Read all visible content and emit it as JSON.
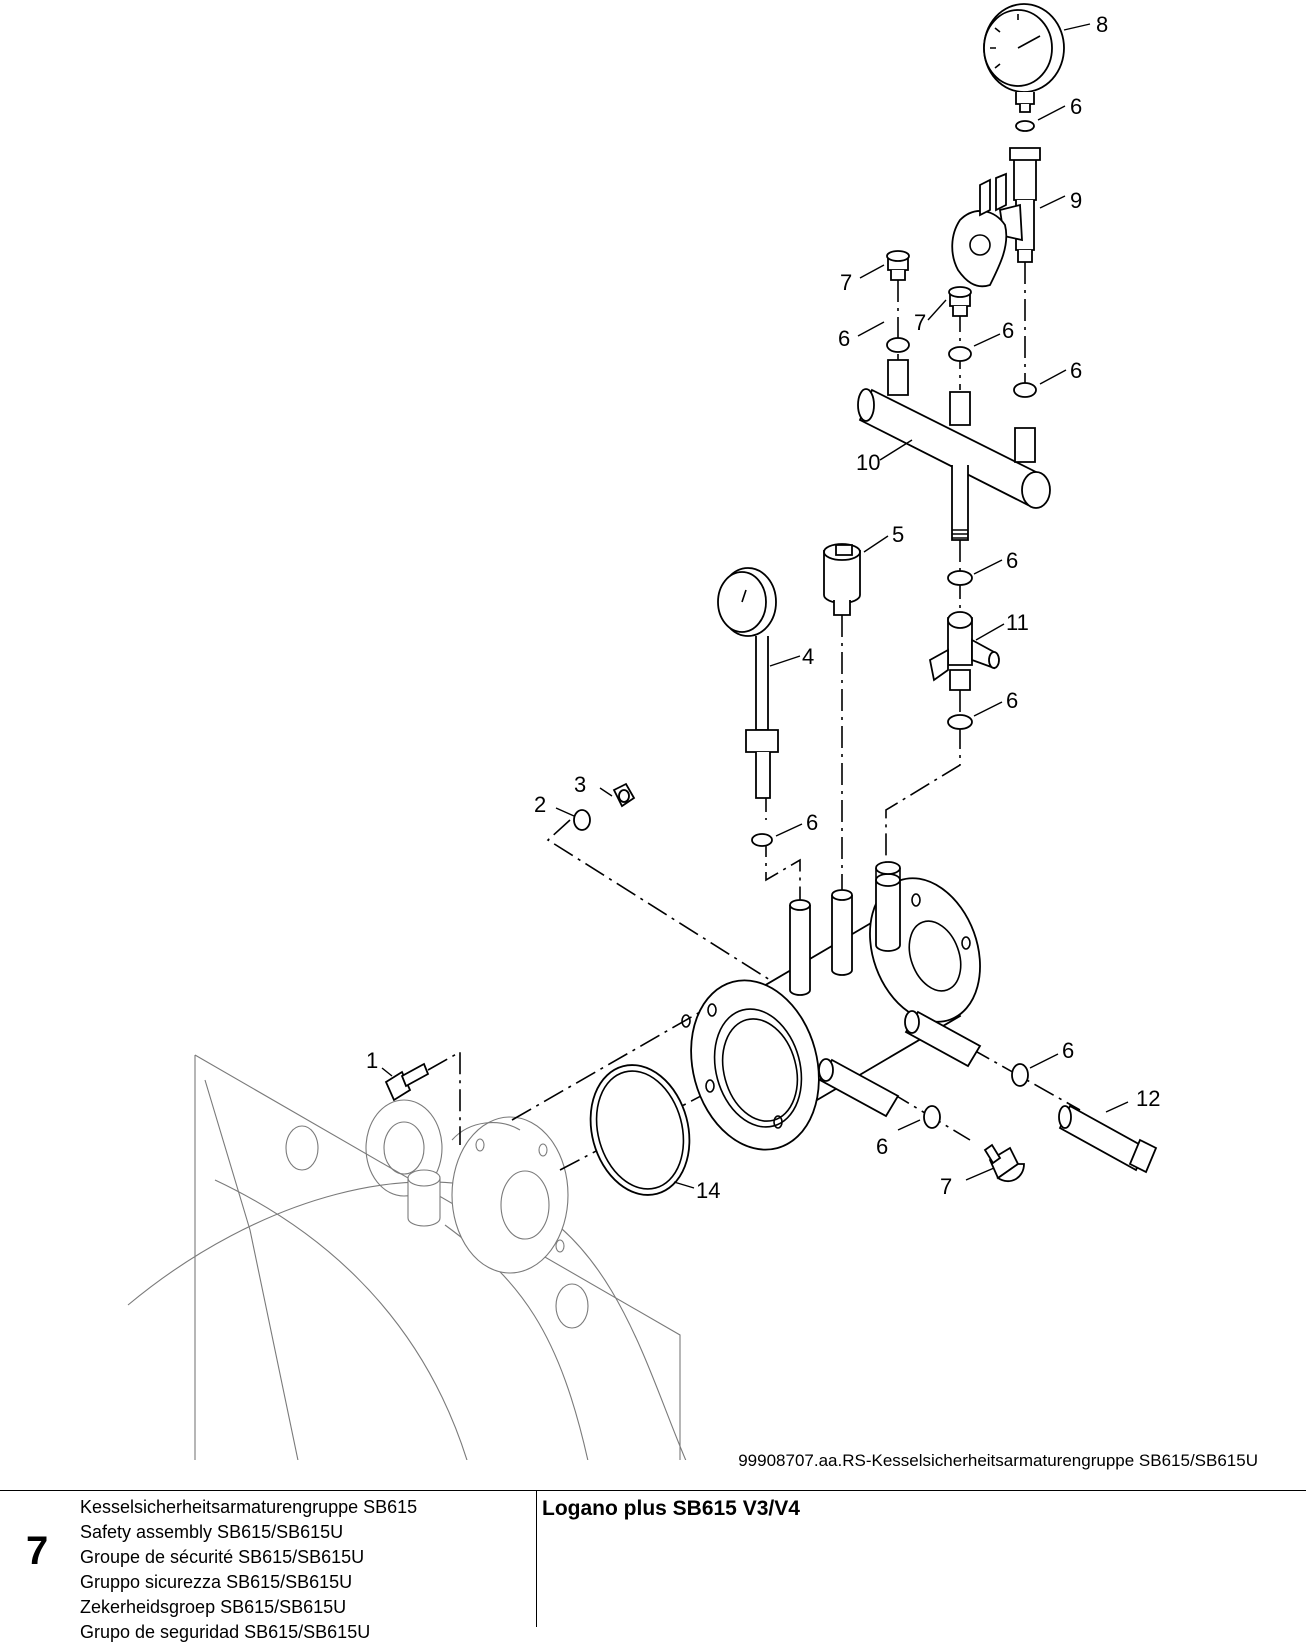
{
  "callouts": [
    "1",
    "2",
    "3",
    "4",
    "5",
    "6",
    "7",
    "8",
    "9",
    "10",
    "11",
    "12",
    "14"
  ],
  "callout_labels": {
    "c8": "8",
    "c6a": "6",
    "c9": "9",
    "c7a": "7",
    "c6b": "6",
    "c7b": "7",
    "c6c": "6",
    "c6d": "6",
    "c10": "10",
    "c5": "5",
    "c6e": "6",
    "c11": "11",
    "c4": "4",
    "c6f": "6",
    "c3": "3",
    "c2": "2",
    "c6g": "6",
    "c1": "1",
    "c6h": "6",
    "c12": "12",
    "c6i": "6",
    "c7c": "7",
    "c14": "14"
  },
  "drawing_code": "99908707.aa.RS-Kesselsicherheitsarmaturengruppe SB615/SB615U",
  "footer": {
    "chapter": "7",
    "titles": [
      "Kesselsicherheitsarmaturengruppe SB615",
      "Safety assembly SB615/SB615U",
      "Groupe de sécurité SB615/SB615U",
      "Gruppo sicurezza SB615/SB615U",
      "Zekerheidsgroep SB615/SB615U",
      "Grupo de seguridad SB615/SB615U"
    ],
    "product": "Logano plus SB615 V3/V4"
  }
}
